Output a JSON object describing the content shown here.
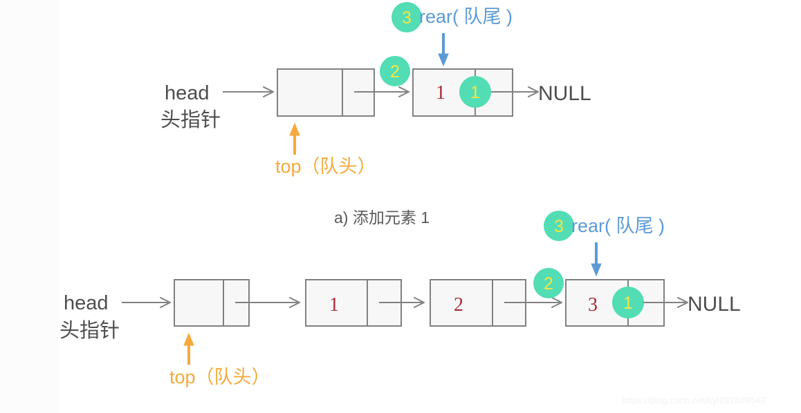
{
  "figure": {
    "caption": "a) 添加元素 1",
    "watermark": "https://blog.csdn.net/kyl282889543"
  },
  "labels": {
    "head_en": "head",
    "head_cn": "头指针",
    "null_text": "NULL",
    "rear_text": "rear( 队尾 )",
    "top_text": "top（队头）"
  },
  "colors": {
    "node_fill": "#f7f7f7",
    "node_stroke": "#808080",
    "value_red": "#a62b35",
    "badge_green": "#52ddb5",
    "badge_yellow": "#f5e642",
    "rear_blue": "#5b9bd5",
    "top_orange": "#f5a93c",
    "label_gray": "#4d4d4d",
    "background": "#ffffff"
  },
  "diagrams": [
    {
      "name": "top-diagram",
      "nodes": [
        {
          "value": "",
          "badge": null
        },
        {
          "value": "1",
          "badge": "1"
        }
      ],
      "badges": [
        {
          "id": "link-badge",
          "number": "2"
        },
        {
          "id": "rear-badge",
          "number": "3"
        }
      ],
      "tail_label": "NULL",
      "pointer_top": "top（队头）",
      "pointer_rear": "rear( 队尾 )"
    },
    {
      "name": "bottom-diagram",
      "nodes": [
        {
          "value": "",
          "badge": null
        },
        {
          "value": "1",
          "badge": null
        },
        {
          "value": "2",
          "badge": null
        },
        {
          "value": "3",
          "badge": "1"
        }
      ],
      "badges": [
        {
          "id": "link-badge",
          "number": "2"
        },
        {
          "id": "rear-badge",
          "number": "3"
        }
      ],
      "tail_label": "NULL",
      "pointer_top": "top（队头）",
      "pointer_rear": "rear( 队尾 )"
    }
  ]
}
